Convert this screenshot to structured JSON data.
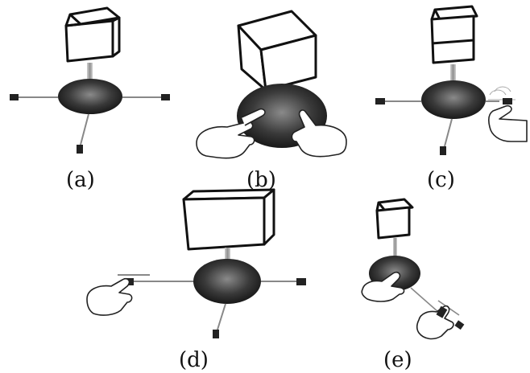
{
  "figure": {
    "panels": [
      {
        "id": "a",
        "caption": "(a)"
      },
      {
        "id": "b",
        "caption": "(b)"
      },
      {
        "id": "c",
        "caption": "(c)"
      },
      {
        "id": "d",
        "caption": "(d)"
      },
      {
        "id": "e",
        "caption": "(e)"
      }
    ],
    "colors": {
      "ink": "#111111",
      "disc_dark": "#1a1a1a",
      "disc_light": "#8a8a8a",
      "stem": "#aaaaaa",
      "background": "#ffffff"
    }
  }
}
